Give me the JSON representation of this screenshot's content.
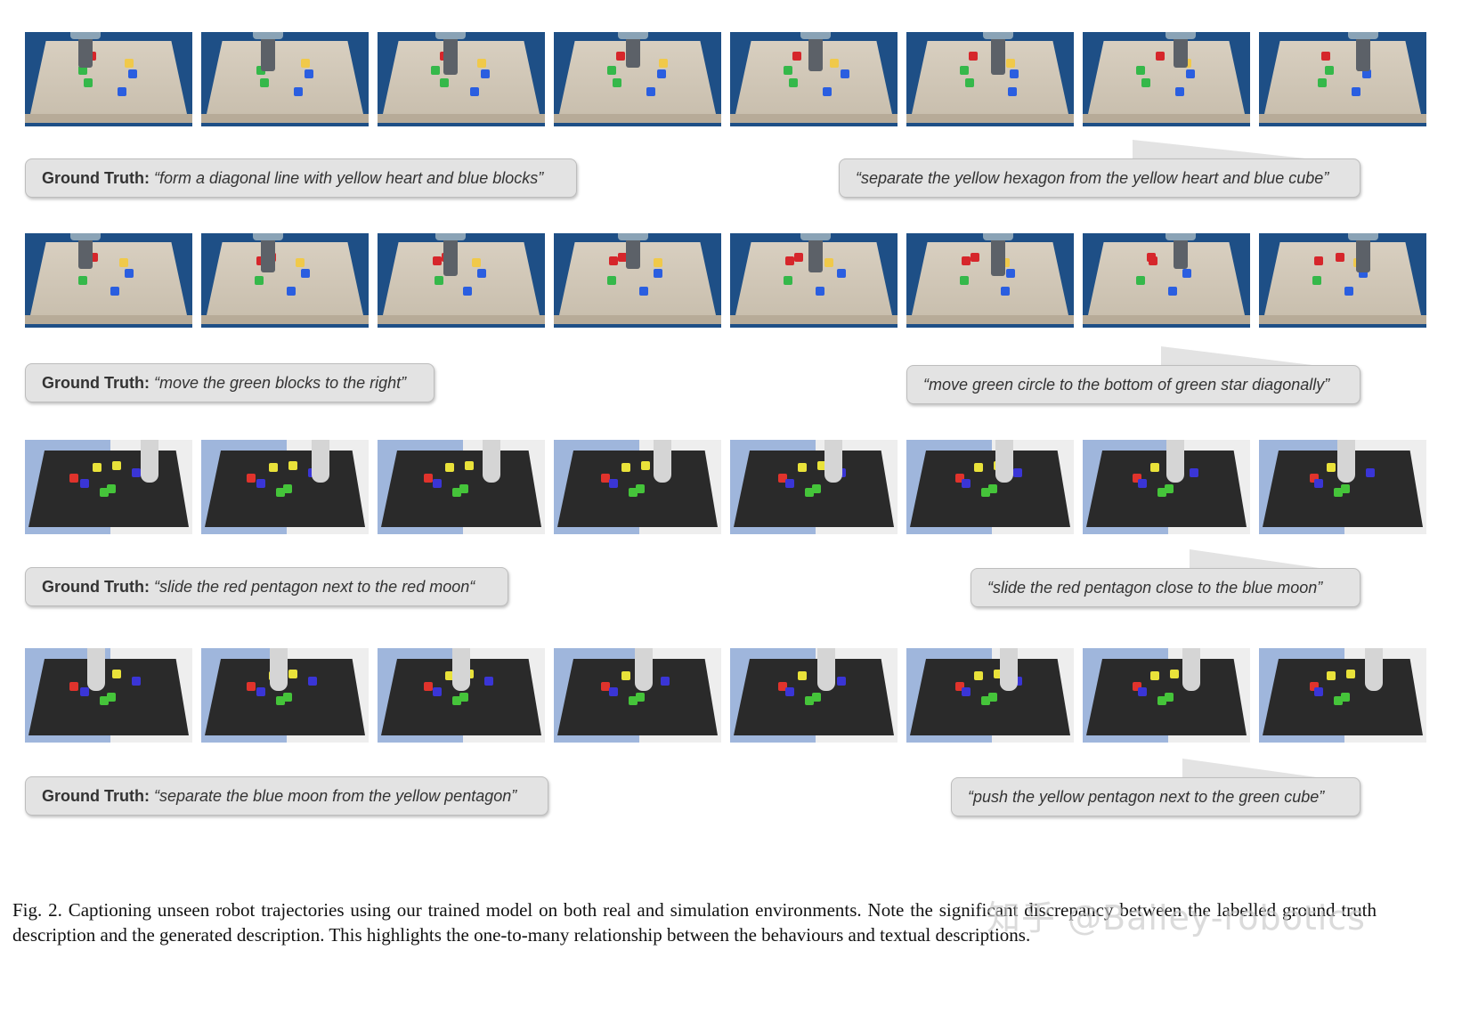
{
  "rows": [
    {
      "env": "real",
      "ground_truth_label": "Ground Truth:",
      "ground_truth": "“form a diagonal line with yellow heart and blue blocks”",
      "generated": "“separate the yellow hexagon from the yellow heart and blue cube”"
    },
    {
      "env": "real",
      "ground_truth_label": "Ground Truth:",
      "ground_truth": "“move the green blocks to the right”",
      "generated": "“move green circle to the bottom of green star diagonally”"
    },
    {
      "env": "sim",
      "ground_truth_label": "Ground Truth:",
      "ground_truth": "“slide the red pentagon next to the red moon“",
      "generated": "“slide the red pentagon close to the blue moon”"
    },
    {
      "env": "sim",
      "ground_truth_label": "Ground Truth:",
      "ground_truth": "“separate the blue moon from the yellow pentagon”",
      "generated": "“push the yellow pentagon next to the green cube”"
    }
  ],
  "frames_per_row": 8,
  "colors": {
    "real_bg": "#1e4f86",
    "sim_sky": "#9fb6dc",
    "sim_table": "#2a2a2a",
    "bubble": "#e3e3e3"
  },
  "caption": "Fig. 2.  Captioning unseen robot trajectories using our trained model on both real and simulation environments. Note the significant discrepancy between the labelled ground truth description and the generated description. This highlights the one-to-many relationship between the behaviours and textual descriptions.",
  "watermark": "知乎 @Bailey-robotics"
}
